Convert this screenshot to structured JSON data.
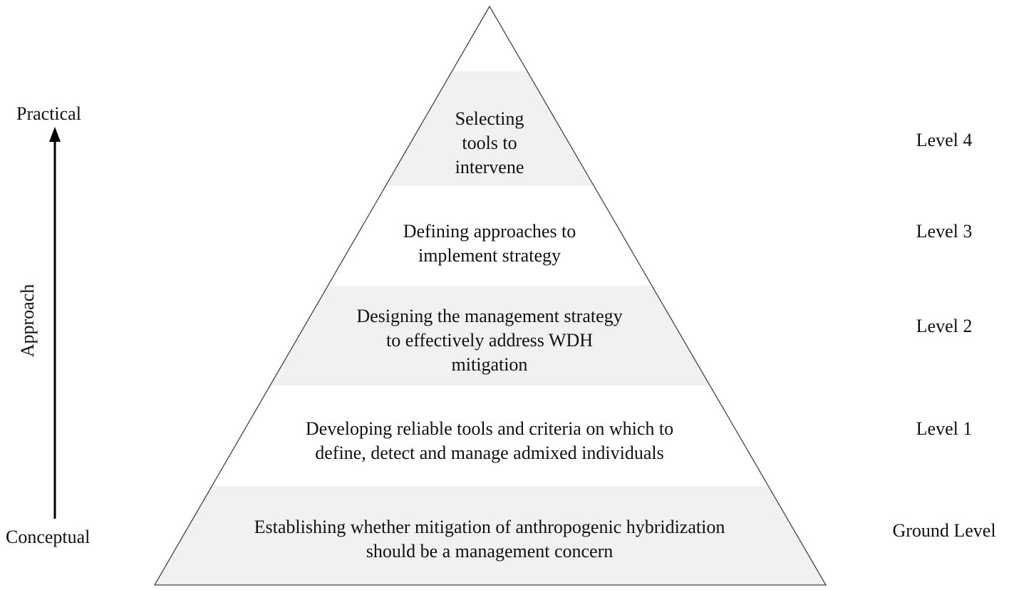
{
  "diagram": {
    "type": "pyramid",
    "colors": {
      "band_gray": "#f1f1f1",
      "band_white": "#ffffff",
      "outline": "#444444",
      "arrow": "#000000"
    },
    "bands": [
      {
        "id": "level4",
        "text_lines": [
          "Selecting",
          "tools to",
          "intervene"
        ],
        "shade": "gray"
      },
      {
        "id": "level3",
        "text_lines": [
          "Defining approaches to",
          "implement strategy"
        ],
        "shade": "white"
      },
      {
        "id": "level2",
        "text_lines": [
          "Designing the management strategy",
          "to effectively address WDH",
          "mitigation"
        ],
        "shade": "gray"
      },
      {
        "id": "level1",
        "text_lines": [
          "Developing reliable tools and criteria on which to",
          "define, detect and manage admixed individuals"
        ],
        "shade": "white"
      },
      {
        "id": "ground",
        "text_lines": [
          "Establishing whether mitigation of anthropogenic hybridization",
          "should be a management concern"
        ],
        "shade": "gray"
      }
    ],
    "level_labels": [
      "Level 4",
      "Level 3",
      "Level 2",
      "Level 1",
      "Ground Level"
    ],
    "axis": {
      "top_label": "Practical",
      "bottom_label": "Conceptual",
      "side_label": "Approach"
    }
  }
}
